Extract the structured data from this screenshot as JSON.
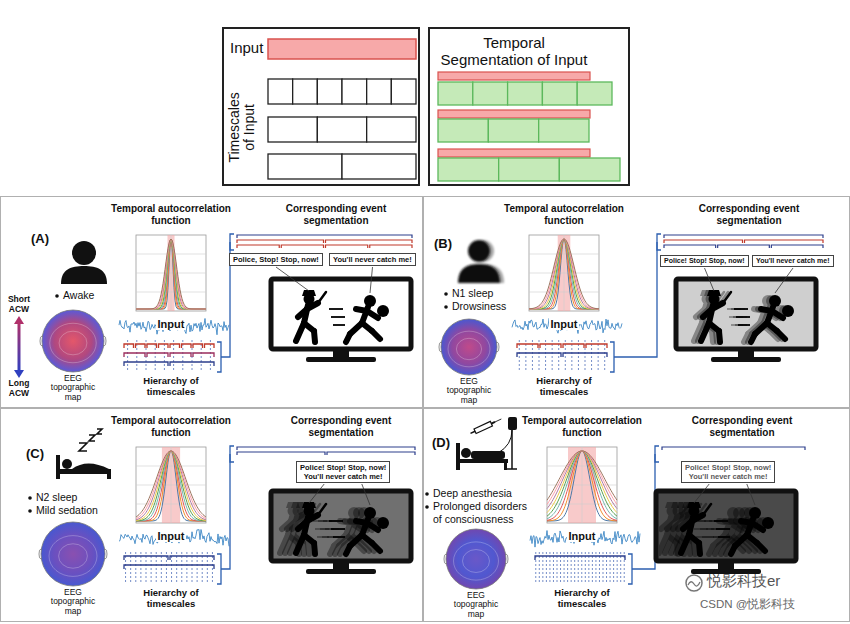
{
  "diagram": {
    "nodes": [
      {
        "text": [
          "Input",
          "Timescales of Input"
        ]
      },
      {
        "text": [
          "Temporal Segmentation of Input"
        ]
      },
      {
        "text": [
          "(A)",
          "Awake",
          "Short ACW",
          "Long ACW",
          "EEG topographic map",
          "Temporal autocorrelation function",
          "Input",
          "Hierarchy of timescales",
          "Corresponding event segmentation"
        ]
      },
      {
        "text": [
          "Police, Stop! Stop, now!"
        ],
        "in": 2
      },
      {
        "text": [
          "You'll never catch me!"
        ],
        "in": 2
      },
      {
        "text": [
          "(B)",
          "N1 sleep",
          "Drowsiness",
          "EEG topographic map",
          "Temporal autocorrelation function",
          "Input",
          "Hierarchy of timescales",
          "Corresponding event segmentation"
        ]
      },
      {
        "text": [
          "Police! Stop! Stop, now!"
        ],
        "in": 5
      },
      {
        "text": [
          "You'll never catch me!"
        ],
        "in": 5
      },
      {
        "text": [
          "(C)",
          "N2 sleep",
          "Mild sedation",
          "EEG topographic map",
          "Temporal autocorrelation function",
          "Input",
          "Hierarchy of timescales",
          "Corresponding event segmentation"
        ]
      },
      {
        "text": [
          "Police! Stop! Stop, now!",
          "You'll never catch me!"
        ],
        "in": 8
      },
      {
        "text": [
          "(D)",
          "Deep anesthesia",
          "Prolonged disorders of consciousness",
          "EEG topographic map",
          "Temporal autocorrelation function",
          "Input",
          "Hierarchy of timescales",
          "Corresponding event segmentation"
        ]
      },
      {
        "text": [
          "Police! Stop! Stop, now!",
          "You'll never catch me!"
        ],
        "in": 10
      }
    ],
    "labels": [
      "悦影科技er",
      "CSDN @悦影科技"
    ]
  }
}
